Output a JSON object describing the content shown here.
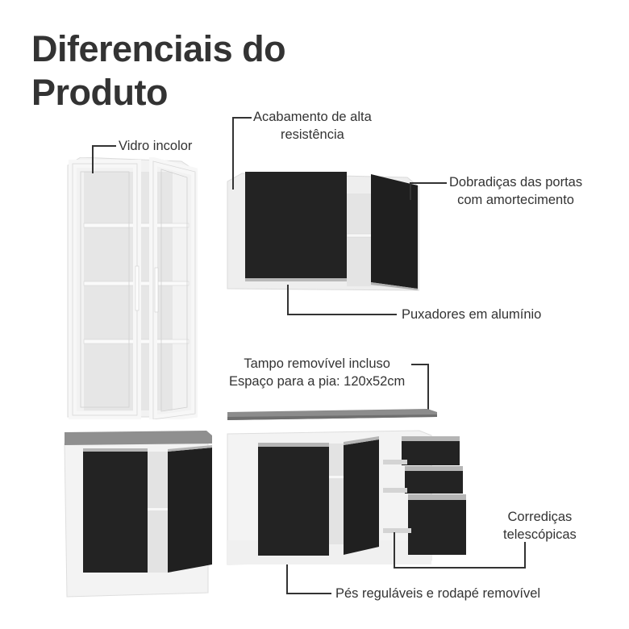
{
  "header": {
    "title_line1": "Diferenciais do",
    "title_line2": "Produto"
  },
  "features": [
    {
      "id": "vidro",
      "line1": "Vidro incolor"
    },
    {
      "id": "acabamento",
      "line1": "Acabamento de alta",
      "line2": "resistência"
    },
    {
      "id": "dobradicas",
      "line1": "Dobradiças das portas",
      "line2": "com amortecimento"
    },
    {
      "id": "puxadores",
      "line1": "Puxadores em alumínio"
    },
    {
      "id": "tampo",
      "line1": "Tampo removível incluso",
      "line2": "Espaço para a pia: 120x52cm"
    },
    {
      "id": "corredicas",
      "line1": "Corrediças",
      "line2": "telescópicas"
    },
    {
      "id": "pes",
      "line1": "Pés reguláveis e rodapé removível"
    }
  ],
  "colors": {
    "text": "#333333",
    "cabinet_body": "#f4f4f4",
    "door_black": "#232323",
    "countertop": "#8a8a8a",
    "background": "#ffffff"
  },
  "product_images": [
    {
      "name": "glass-door-cabinet",
      "description": "Armário com portas de vidro"
    },
    {
      "name": "wall-cabinet",
      "description": "Armário aéreo 2 portas"
    },
    {
      "name": "countertop",
      "description": "Tampo"
    },
    {
      "name": "base-cabinet-small",
      "description": "Balcão 2 portas com tampo"
    },
    {
      "name": "base-cabinet-sink",
      "description": "Balcão pia 2 portas 3 gavetas"
    }
  ]
}
